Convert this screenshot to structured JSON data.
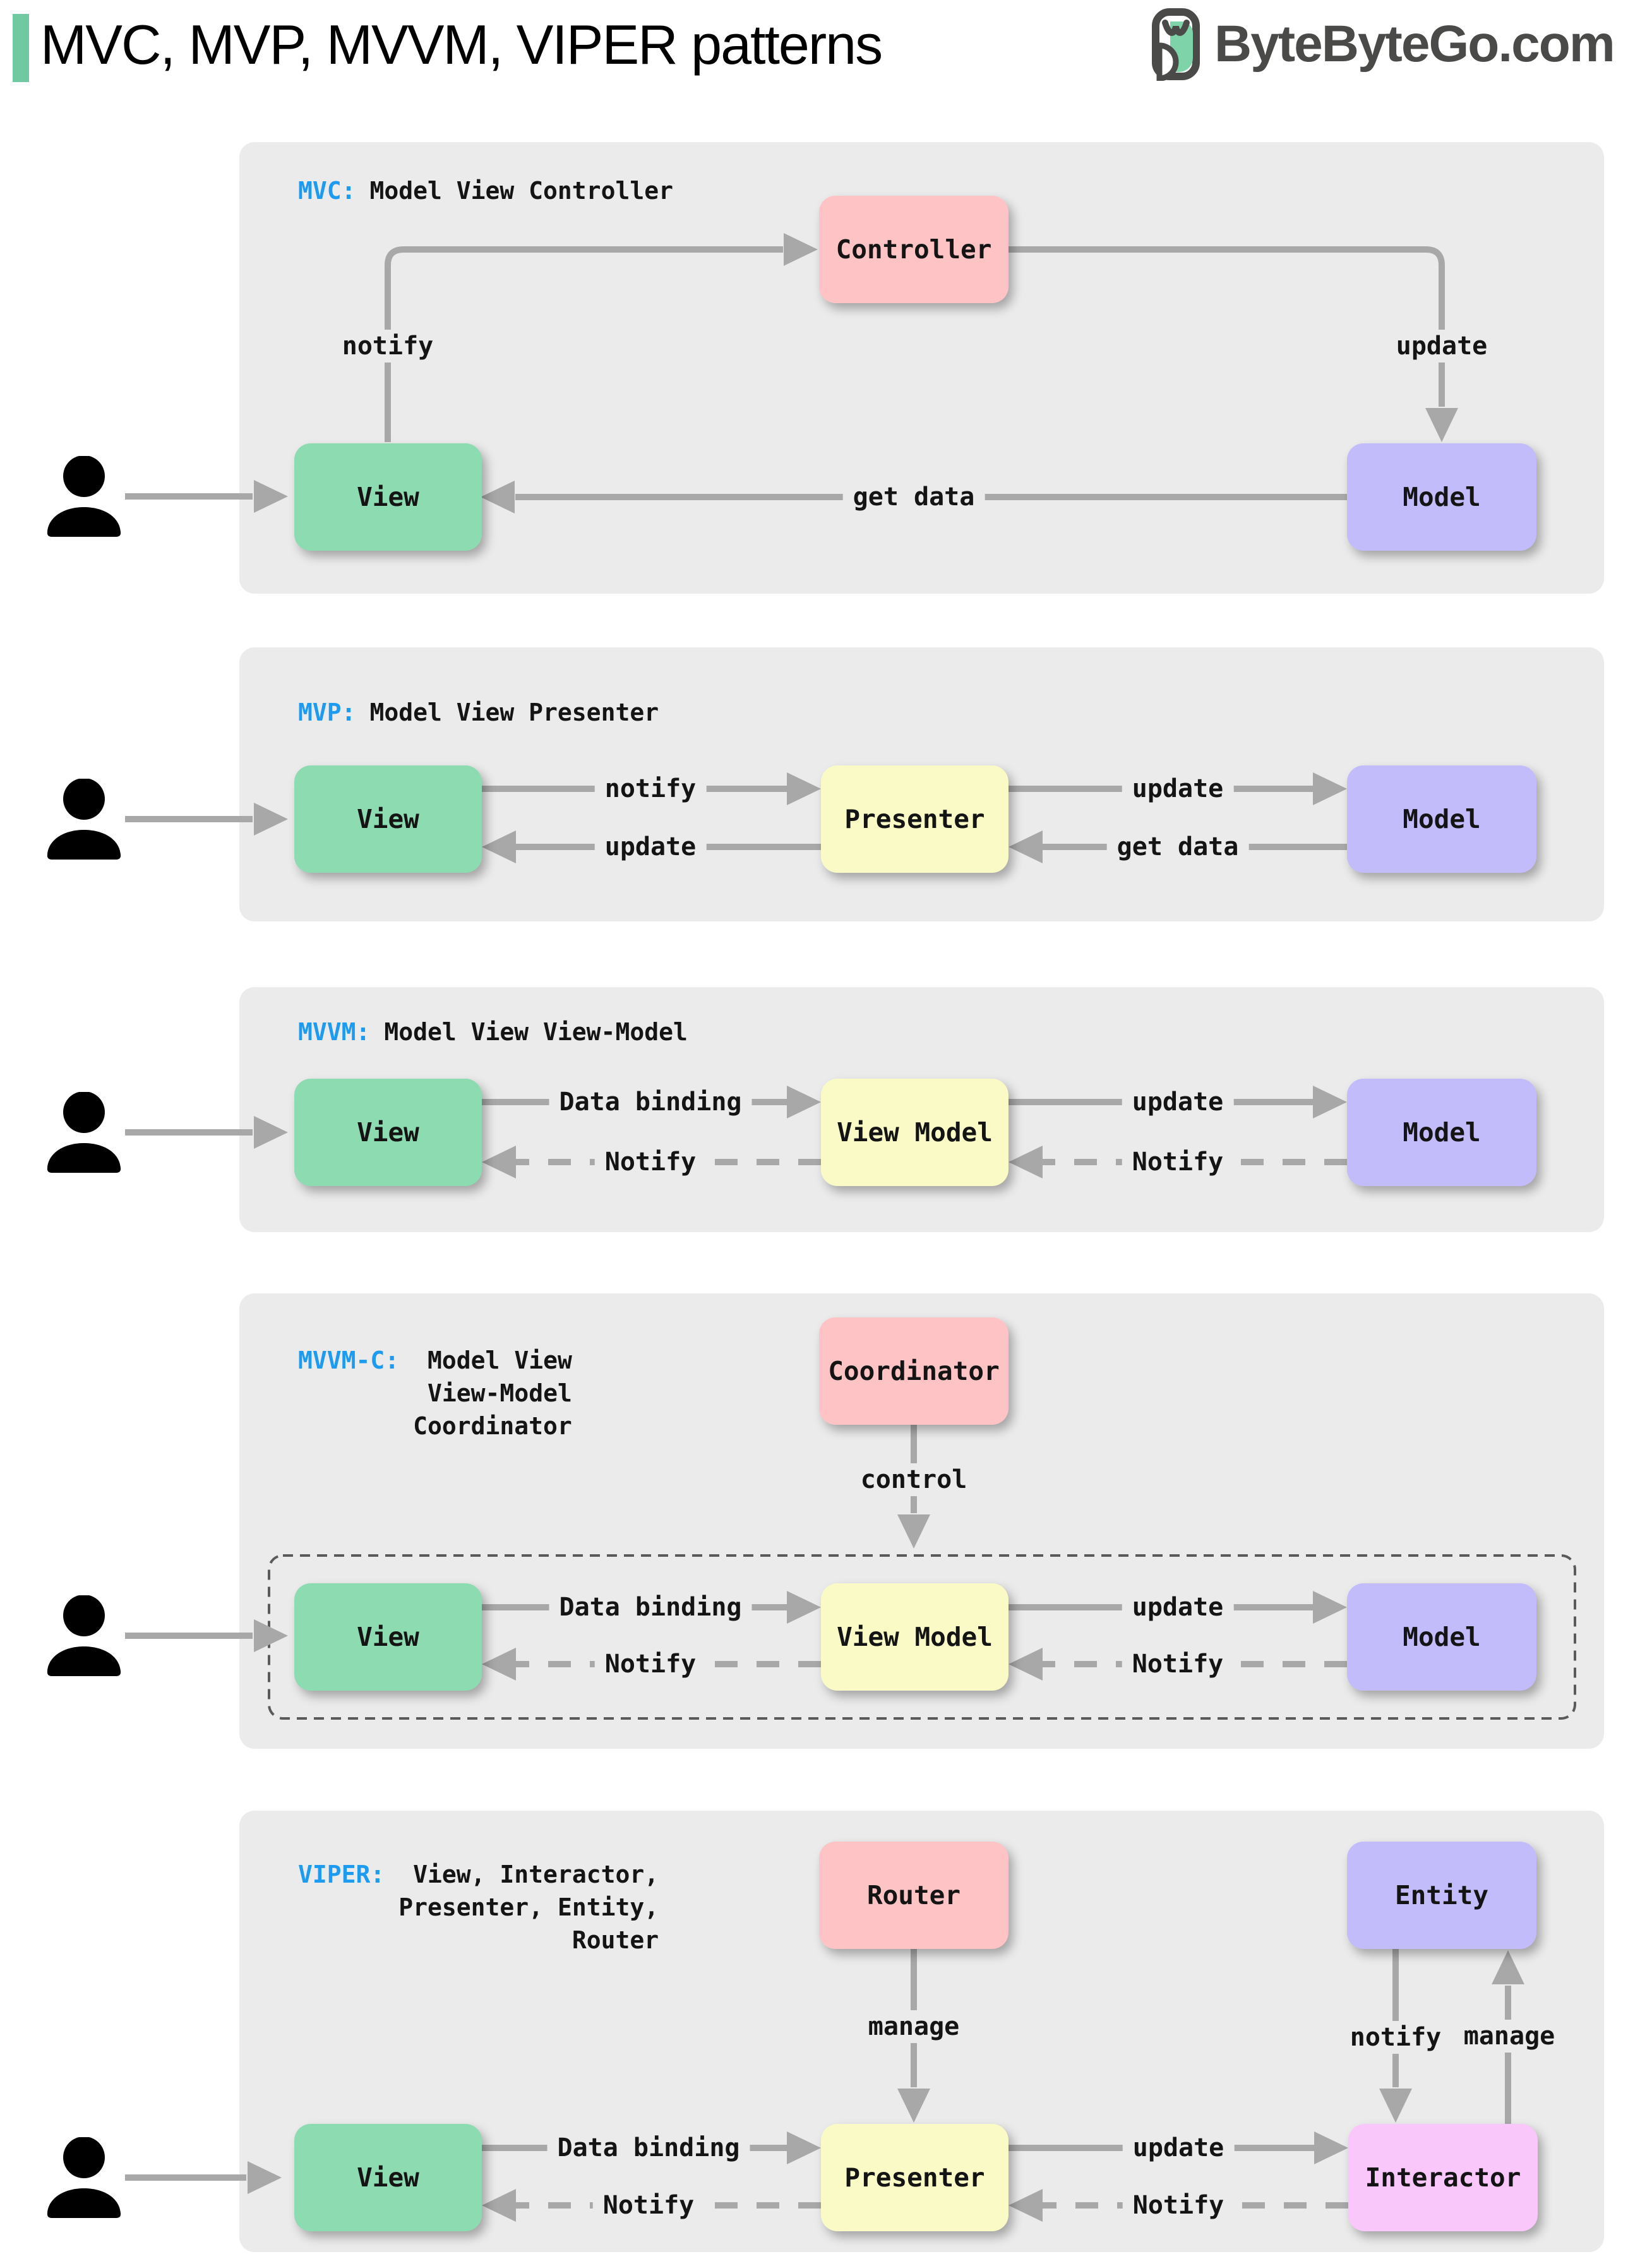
{
  "header": {
    "title": "MVC, MVP, MVVM, VIPER patterns",
    "brand": "ByteByteGo.com"
  },
  "colors": {
    "accent_green": "#70c9a0",
    "panel_bg": "#ebebeb",
    "abbr_blue": "#1d9bf0",
    "box_green": "#8ddbb1",
    "box_pink": "#fec3c4",
    "box_purple": "#c2bdfa",
    "box_yellow": "#fafac6",
    "box_magenta": "#f9c7f9",
    "arrow_gray": "#a8a8a8",
    "logo_gray": "#4a4a48"
  },
  "mvc": {
    "abbr": "MVC:",
    "title": "Model View Controller",
    "boxes": {
      "controller": "Controller",
      "view": "View",
      "model": "Model"
    },
    "edges": {
      "notify": "notify",
      "update": "update",
      "get_data": "get data"
    }
  },
  "mvp": {
    "abbr": "MVP:",
    "title": "Model View Presenter",
    "boxes": {
      "view": "View",
      "presenter": "Presenter",
      "model": "Model"
    },
    "edges": {
      "notify": "notify",
      "update_view": "update",
      "update_model": "update",
      "get_data": "get data"
    }
  },
  "mvvm": {
    "abbr": "MVVM:",
    "title": "Model View View-Model",
    "boxes": {
      "view": "View",
      "view_model": "View Model",
      "model": "Model"
    },
    "edges": {
      "data_binding": "Data binding",
      "notify_view": "Notify",
      "update": "update",
      "notify_view_model": "Notify"
    }
  },
  "mvvmc": {
    "abbr": "MVVM-C:",
    "title_lines": [
      "Model View",
      "View-Model",
      "Coordinator"
    ],
    "boxes": {
      "coordinator": "Coordinator",
      "view": "View",
      "view_model": "View Model",
      "model": "Model"
    },
    "edges": {
      "control": "control",
      "data_binding": "Data binding",
      "notify_view": "Notify",
      "update": "update",
      "notify_view_model": "Notify"
    }
  },
  "viper": {
    "abbr": "VIPER:",
    "title_lines": [
      "View, Interactor,",
      "Presenter, Entity,",
      "Router"
    ],
    "boxes": {
      "router": "Router",
      "entity": "Entity",
      "view": "View",
      "presenter": "Presenter",
      "interactor": "Interactor"
    },
    "edges": {
      "manage_presenter": "manage",
      "notify_interactor": "notify",
      "manage_entity": "manage",
      "data_binding": "Data binding",
      "notify_view": "Notify",
      "update": "update",
      "notify_presenter": "Notify"
    }
  }
}
